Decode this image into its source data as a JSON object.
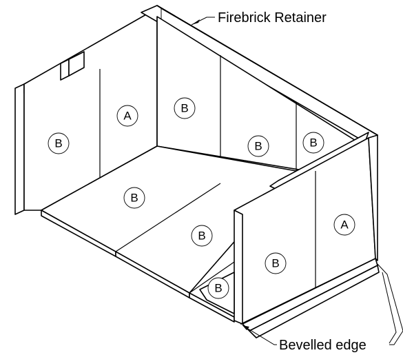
{
  "callouts": {
    "firebrick_retainer": "Firebrick Retainer",
    "bevelled_edge": "Bevelled edge"
  },
  "bricks": {
    "left_side_front": "B",
    "left_side_rear": "A",
    "back_left": "B",
    "back_right": "B",
    "right_side_rear": "B",
    "floor_rear": "B",
    "floor_middle": "B",
    "floor_front": "B",
    "right_side_front": "B",
    "right_side_middle": "A"
  }
}
